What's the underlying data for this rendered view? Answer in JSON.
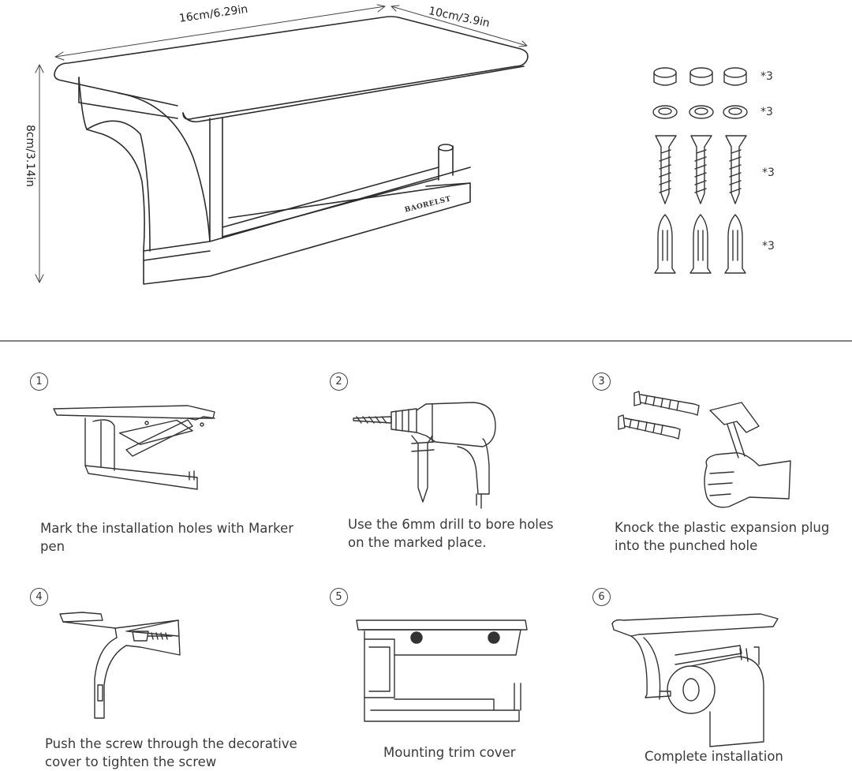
{
  "dimensions": {
    "length": "16cm/6.29in",
    "depth": "10cm/3.9in",
    "height": "8cm/3.14in"
  },
  "brand": "BAORELST",
  "hardware": [
    {
      "name": "screw caps",
      "quantity": "*3"
    },
    {
      "name": "washers",
      "quantity": "*3"
    },
    {
      "name": "screws",
      "quantity": "*3"
    },
    {
      "name": "expansion plugs",
      "quantity": "*3"
    }
  ],
  "steps": [
    {
      "number": "1",
      "text": "Mark the installation holes with Marker pen"
    },
    {
      "number": "2",
      "text": "Use the 6mm drill to bore holes on the marked place."
    },
    {
      "number": "3",
      "text": "Knock the plastic expansion plug into the punched hole"
    },
    {
      "number": "4",
      "text": "Push the screw through the decorative cover to tighten the screw"
    },
    {
      "number": "5",
      "text": "Mounting trim cover"
    },
    {
      "number": "6",
      "text": "Complete installation"
    }
  ]
}
